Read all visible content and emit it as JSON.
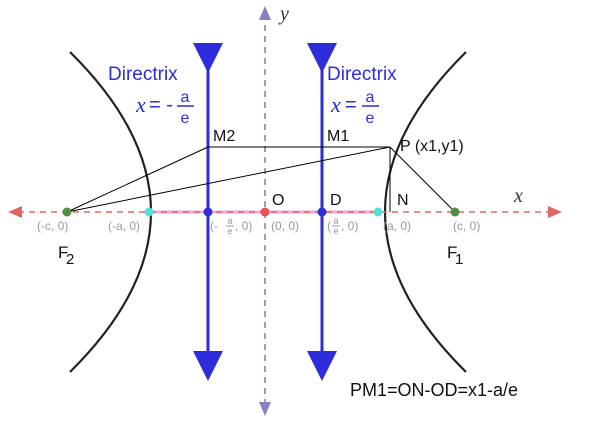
{
  "axes": {
    "x_label": "x",
    "y_label": "y"
  },
  "directrix_left": {
    "title": "Directrix",
    "eq_var": "x",
    "eq_sign": "= -",
    "frac_num": "a",
    "frac_den": "e"
  },
  "directrix_right": {
    "title": "Directrix",
    "eq_var": "x",
    "eq_sign": "=",
    "frac_num": "a",
    "frac_den": "e"
  },
  "points": {
    "M2": "M2",
    "M1": "M1",
    "P": "P (x1,y1)",
    "O": "O",
    "D": "D",
    "N": "N",
    "F2_main": "F",
    "F2_sub": "2",
    "F1_main": "F",
    "F1_sub": "1"
  },
  "coord_labels": {
    "neg_c": "(-c, 0)",
    "neg_a": "(-a, 0)",
    "neg_ae_open": "(-",
    "neg_ae_num": "a",
    "neg_ae_den": "e",
    "neg_ae_close": ", 0)",
    "origin": "(0, 0)",
    "pos_ae_open": "(",
    "pos_ae_num": "a",
    "pos_ae_den": "e",
    "pos_ae_close": ", 0)",
    "pos_a": "(a, 0)",
    "pos_c": "(c, 0)"
  },
  "formula": "PM1=ON-OD=x1-a/e",
  "colors": {
    "axis": "#e06666",
    "y_axis": "#8a7fc7",
    "directrix": "#2d2ddb",
    "hyperbola": "#222222",
    "segment": "#f7a6d9",
    "focus": "#4f8f3f",
    "vertex": "#55e0d8",
    "origin": "#f05050",
    "coord_text": "#9a9a9a"
  }
}
